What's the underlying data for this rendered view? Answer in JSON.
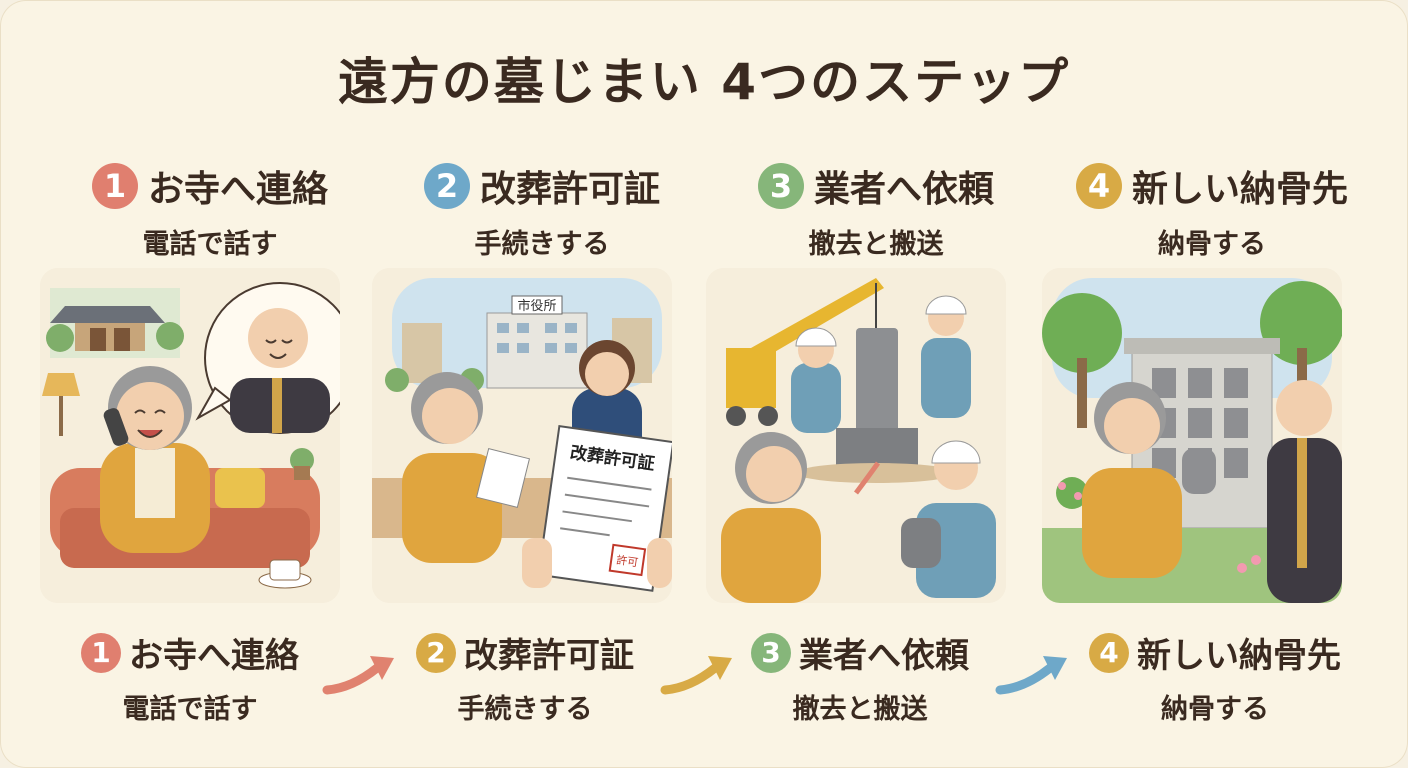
{
  "title": "遠方の墓じまい 4つのステップ",
  "colors": {
    "step1": "#e07f6f",
    "step2": "#6ea8c9",
    "step3": "#86b67a",
    "step4": "#d8aa45",
    "bg": "#faf4e4"
  },
  "steps": [
    {
      "number": "1",
      "title": "お寺へ連絡",
      "subtitle": "電話で話す"
    },
    {
      "number": "2",
      "title": "改葬許可証",
      "subtitle": "手続きする"
    },
    {
      "number": "3",
      "title": "業者へ依頼",
      "subtitle": "撤去と搬送"
    },
    {
      "number": "4",
      "title": "新しい納骨先",
      "subtitle": "納骨する"
    }
  ],
  "footer_steps": [
    {
      "number": "1",
      "title": "お寺へ連絡",
      "subtitle": "電話で話す"
    },
    {
      "number": "2",
      "title": "改葬許可証",
      "subtitle": "手続きする"
    },
    {
      "number": "3",
      "title": "業者へ依頼",
      "subtitle": "撤去と搬送"
    },
    {
      "number": "4",
      "title": "新しい納骨先",
      "subtitle": "納骨する"
    }
  ],
  "panel_text": {
    "city_hall_sign": "市役所",
    "certificate_title": "改葬許可証",
    "stamp_text": "許可"
  }
}
